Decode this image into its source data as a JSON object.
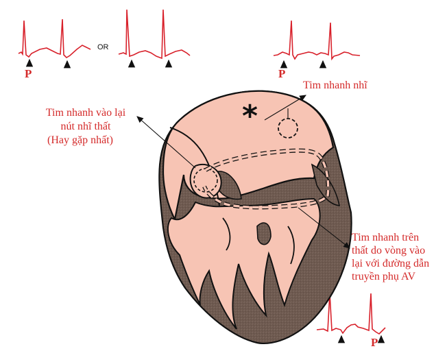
{
  "figure": {
    "type": "heart-conduction-diagram",
    "colors": {
      "ecg_trace": "#d8202a",
      "label_text": "#d42a2a",
      "atria_fill": "#f7c4b4",
      "myocardium_fill": "#6e5a50",
      "outline": "#111111"
    },
    "ecg_strips": [
      {
        "id": "avnrt-1",
        "p_label": "P",
        "arrows": 2
      },
      {
        "id": "avnrt-2",
        "arrows": 2
      },
      {
        "id": "atrial-tachy",
        "p_label": "P",
        "arrows": 2
      },
      {
        "id": "avrt",
        "p_label": "P",
        "arrows": 2
      }
    ],
    "or_label": "OR",
    "labels": {
      "avnrt": {
        "line1": "Tim nhanh vào lại",
        "line2": "nút nhĩ thất",
        "line3": "(Hay gặp nhất)"
      },
      "atrial": "Tim nhanh nhĩ",
      "avrt": {
        "line1": "Tim nhanh trên",
        "line2": "thất do vòng vào",
        "line3": "lại với đường dẫn",
        "line4": "truyền phụ AV"
      }
    },
    "asterisk": "*"
  }
}
